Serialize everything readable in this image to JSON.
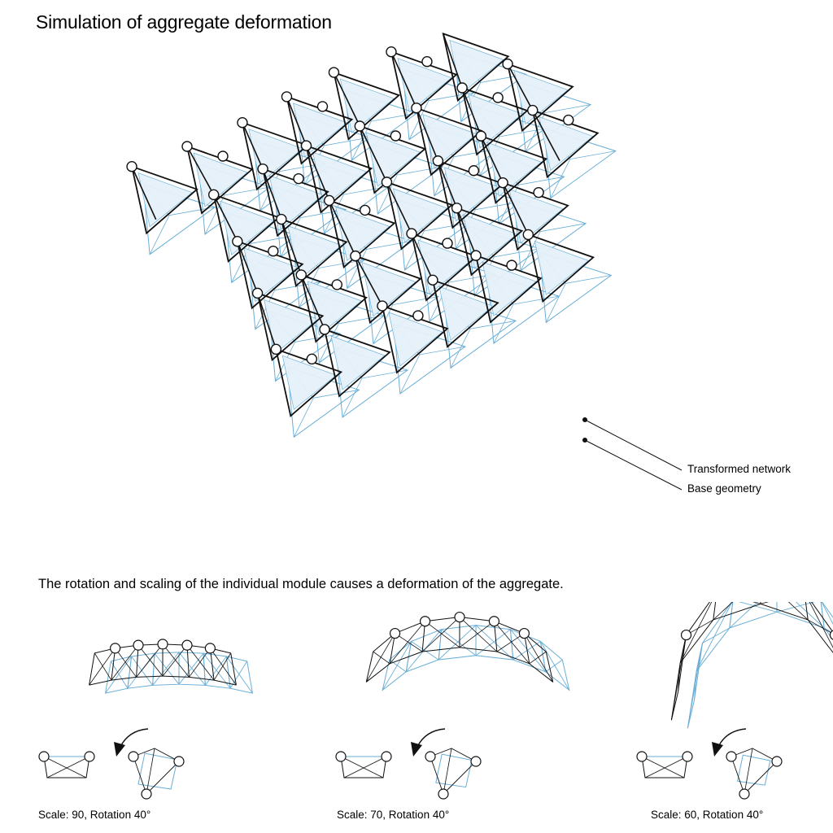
{
  "title": "Simulation of aggregate deformation",
  "legend": {
    "transformed": "Transformed network",
    "base": "Base geometry"
  },
  "caption": "The rotation and scaling of the individual module causes a deformation of the aggregate.",
  "panels": [
    {
      "label": "Scale: 90, Rotation 40°",
      "arch": 0.12
    },
    {
      "label": "Scale: 70, Rotation 40°",
      "arch": 0.45
    },
    {
      "label": "Scale: 60, Rotation 40°",
      "arch": 0.95
    }
  ],
  "colors": {
    "network": "#111111",
    "base": "#6aaed6",
    "fill": "#e6f1f9",
    "node_fill": "#ffffff"
  },
  "icons": [
    "rotation-arrow-icon"
  ]
}
